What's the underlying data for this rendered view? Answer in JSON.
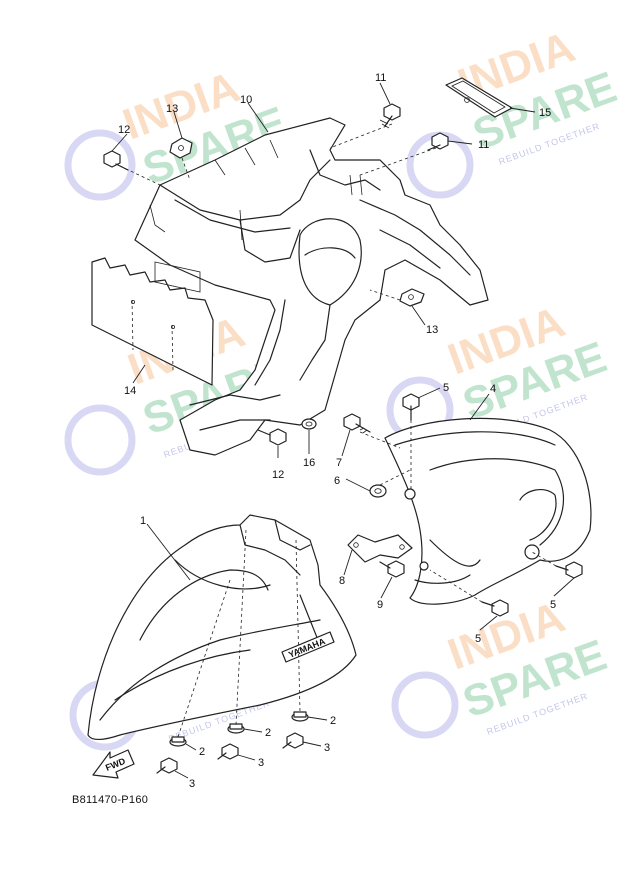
{
  "diagram": {
    "footer_code": "B811470-P160",
    "forward_label": "FWD",
    "brand_mark": "YAMAHA",
    "watermark": {
      "word1": "INDIA",
      "word2": "SPARE",
      "tagline": "REBUILD TOGETHER",
      "colors": {
        "orange": "#f4a35f",
        "green": "#3fae6a",
        "blue": "#8e90e0"
      }
    },
    "callouts": [
      {
        "id": "c1",
        "label": "1"
      },
      {
        "id": "c2a",
        "label": "2"
      },
      {
        "id": "c2b",
        "label": "2"
      },
      {
        "id": "c2c",
        "label": "2"
      },
      {
        "id": "c3a",
        "label": "3"
      },
      {
        "id": "c3b",
        "label": "3"
      },
      {
        "id": "c3c",
        "label": "3"
      },
      {
        "id": "c4",
        "label": "4"
      },
      {
        "id": "c5a",
        "label": "5"
      },
      {
        "id": "c5b",
        "label": "5"
      },
      {
        "id": "c5c",
        "label": "5"
      },
      {
        "id": "c6",
        "label": "6"
      },
      {
        "id": "c7",
        "label": "7"
      },
      {
        "id": "c8",
        "label": "8"
      },
      {
        "id": "c9",
        "label": "9"
      },
      {
        "id": "c10",
        "label": "10"
      },
      {
        "id": "c11a",
        "label": "11"
      },
      {
        "id": "c11b",
        "label": "11"
      },
      {
        "id": "c12a",
        "label": "12"
      },
      {
        "id": "c12b",
        "label": "12"
      },
      {
        "id": "c13a",
        "label": "13"
      },
      {
        "id": "c13b",
        "label": "13"
      },
      {
        "id": "c14",
        "label": "14"
      },
      {
        "id": "c15",
        "label": "15"
      },
      {
        "id": "c16",
        "label": "16"
      }
    ]
  }
}
